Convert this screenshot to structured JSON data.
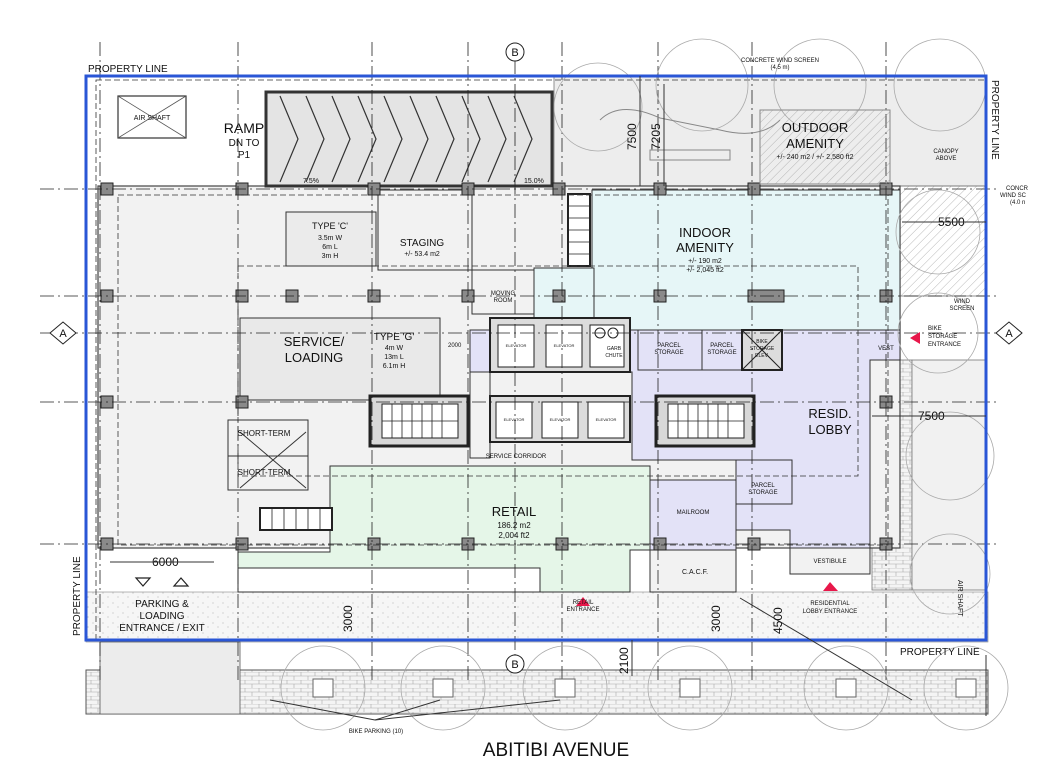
{
  "street_name": "ABITIBI AVENUE",
  "grid": {
    "b": "B",
    "a": "A"
  },
  "property_line": "PROPERTY LINE",
  "air_shaft": "AIR SHAFT",
  "ramp": {
    "title": "RAMP",
    "line2": "DN TO",
    "line3": "P1",
    "slope_left": "7.5%",
    "slope_right": "15.0%"
  },
  "type_c": {
    "title": "TYPE 'C'",
    "w": "3.5m W",
    "l": "6m L",
    "h": "3m H"
  },
  "type_g": {
    "title": "TYPE 'G'",
    "w": "4m W",
    "l": "13m L",
    "h": "6.1m H"
  },
  "staging": {
    "title": "STAGING",
    "area": "+/- 53.4 m2"
  },
  "service_loading": {
    "line1": "SERVICE/",
    "line2": "LOADING"
  },
  "moving_room": {
    "line1": "MOVING",
    "line2": "ROOM"
  },
  "indoor_amenity": {
    "line1": "INDOOR",
    "line2": "AMENITY",
    "area1": "+/- 190 m2",
    "area2": "+/- 2,045 ft2"
  },
  "outdoor_amenity": {
    "line1": "OUTDOOR",
    "line2": "AMENITY",
    "area": "+/- 240 m2 / +/- 2,580 ft2"
  },
  "concrete_wind_screen": {
    "line1": "CONCRETE WIND SCREEN",
    "line2": "(4.5 m)"
  },
  "concrete_wind_screen_right": {
    "line1": "CONCR",
    "line2": "WIND SC",
    "line3": "(4.0 n"
  },
  "canopy_above": {
    "line1": "CANOPY",
    "line2": "ABOVE"
  },
  "wind_screen": {
    "line1": "WIND",
    "line2": "SCREEN"
  },
  "bike_storage_entrance": {
    "line1": "BIKE",
    "line2": "STORAGE",
    "line3": "ENTRANCE"
  },
  "vest": "VEST",
  "elevator": "ELEVATOR",
  "garb_chute": {
    "line1": "GARB",
    "line2": "CHUTE"
  },
  "parcel_storage": {
    "line1": "PARCEL",
    "line2": "STORAGE"
  },
  "bike_storage": {
    "line1": "BIKE",
    "line2": "STORAGE",
    "line3": "ELEV."
  },
  "resid_lobby": {
    "line1": "RESID.",
    "line2": "LOBBY"
  },
  "short_term": "SHORT-TERM",
  "service_corridor": "SERVICE CORRIDOR",
  "retail": {
    "title": "RETAIL",
    "area1": "186.2 m2",
    "area2": "2,004 ft2"
  },
  "mailroom": "MAILROOM",
  "cacf": "C.A.C.F.",
  "vestibule": "VESTIBULE",
  "retail_entrance": {
    "line1": "RETAIL",
    "line2": "ENTRANCE"
  },
  "residential_lobby_entrance": {
    "line1": "RESIDENTIAL",
    "line2": "LOBBY ENTRANCE"
  },
  "parking": {
    "line1": "PARKING &",
    "line2": "LOADING",
    "line3": "ENTRANCE / EXIT"
  },
  "bike_parking": "BIKE PARKING (10)",
  "dims": {
    "d7500_top": "7500",
    "d7205": "7205",
    "d5500": "5500",
    "d7500_right": "7500",
    "d2000": "2000",
    "d6000": "6000",
    "d3000_left": "3000",
    "d3000_right": "3000",
    "d4500": "4500",
    "d2100": "2100"
  },
  "colors": {
    "property_line": "#2a56d6",
    "amenity_fill": "#e6f6f7",
    "lobby_fill": "#e3e2f7",
    "retail_fill": "#e5f6e8",
    "floor_fill": "#f2f2f2",
    "entrance_marker": "#e8174a"
  }
}
